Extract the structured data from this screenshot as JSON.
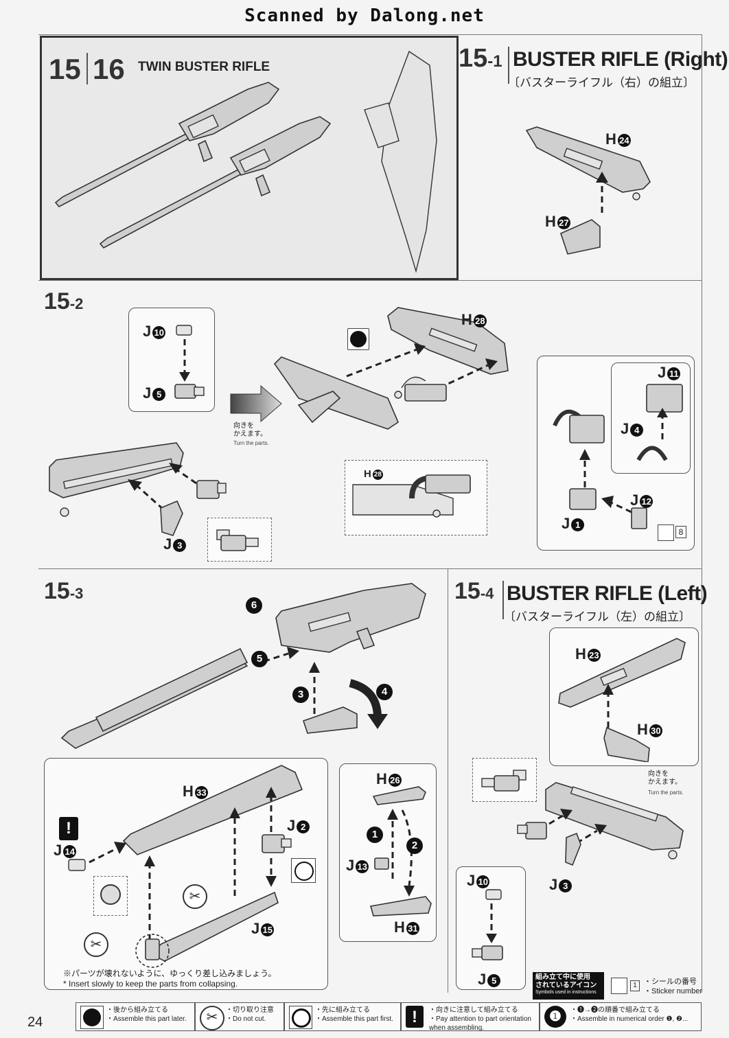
{
  "watermark": "Scanned by Dalong.net",
  "page_number": "24",
  "overview": {
    "step_a": "15",
    "step_b": "16",
    "title": "TWIN BUSTER RIFLE"
  },
  "step_15_1": {
    "number": "15",
    "sub": "-1",
    "title": "BUSTER RIFLE (Right)",
    "subtitle_jp": "〔バスターライフル（右）の組立〕",
    "parts": [
      {
        "letter": "H",
        "num": "24"
      },
      {
        "letter": "H",
        "num": "27"
      }
    ]
  },
  "step_15_2": {
    "number": "15",
    "sub": "-2",
    "turn_jp": "向きを\nかえます。",
    "turn_en": "Turn the parts.",
    "parts": {
      "j10": {
        "letter": "J",
        "num": "10"
      },
      "j5": {
        "letter": "J",
        "num": "5"
      },
      "j3": {
        "letter": "J",
        "num": "3"
      },
      "h28_top": {
        "letter": "H",
        "num": "28"
      },
      "h28_detail": {
        "letter": "H",
        "num": "28"
      },
      "j11": {
        "letter": "J",
        "num": "11"
      },
      "j4": {
        "letter": "J",
        "num": "4"
      },
      "j12": {
        "letter": "J",
        "num": "12"
      },
      "j1": {
        "letter": "J",
        "num": "1"
      }
    },
    "sticker_number": "8"
  },
  "step_15_3": {
    "number": "15",
    "sub": "-3",
    "order_numbers": [
      "6",
      "5",
      "3",
      "4"
    ],
    "parts": {
      "h33": {
        "letter": "H",
        "num": "33"
      },
      "j2": {
        "letter": "J",
        "num": "2"
      },
      "j14": {
        "letter": "J",
        "num": "14"
      },
      "j15": {
        "letter": "J",
        "num": "15"
      },
      "h26": {
        "letter": "H",
        "num": "26"
      },
      "j13": {
        "letter": "J",
        "num": "13"
      },
      "h31": {
        "letter": "H",
        "num": "31"
      }
    },
    "callout_order": [
      "1",
      "2"
    ],
    "warning_jp": "※パーツが壊れないように、ゆっくり差し込みましょう。",
    "warning_en": "* Insert slowly to keep the parts from collapsing."
  },
  "step_15_4": {
    "number": "15",
    "sub": "-4",
    "title": "BUSTER RIFLE (Left)",
    "subtitle_jp": "〔バスターライフル（左）の組立〕",
    "turn_jp": "向きを\nかえます。",
    "turn_en": "Turn the parts.",
    "parts": {
      "h23": {
        "letter": "H",
        "num": "23"
      },
      "h30": {
        "letter": "H",
        "num": "30"
      },
      "j3": {
        "letter": "J",
        "num": "3"
      },
      "j10": {
        "letter": "J",
        "num": "10"
      },
      "j5": {
        "letter": "J",
        "num": "5"
      }
    }
  },
  "symbols_box": {
    "jp": "組み立て中に使用\nされているアイコン",
    "en": "Symbols used in instructions",
    "sticker_jp": "・シールの番号",
    "sticker_en": "・Sticker number",
    "sticker_sample": "1"
  },
  "legend": [
    {
      "icon": "assemble-later-icon",
      "jp": "・後から組み立てる",
      "en": "・Assemble this part later."
    },
    {
      "icon": "do-not-cut-icon",
      "jp": "・切り取り注意",
      "en": "・Do not cut."
    },
    {
      "icon": "assemble-first-icon",
      "jp": "・先に組み立てる",
      "en": "・Assemble this part first."
    },
    {
      "icon": "warning-icon",
      "jp": "・向きに注意して組み立てる",
      "en": "・Pay attention to part orientation\n  when assembling."
    },
    {
      "icon": "order-icon",
      "jp": "・❶→❷の順番で組み立てる",
      "en": "・Assemble in numerical order ❶, ❷..."
    }
  ]
}
